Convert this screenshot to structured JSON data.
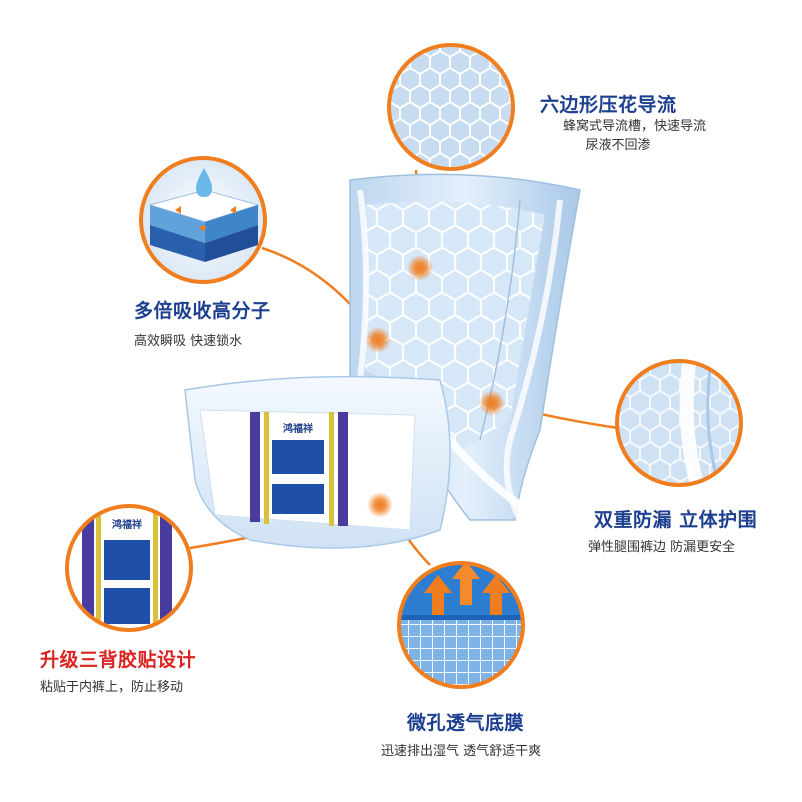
{
  "product_brand": "鸿福祥",
  "features": {
    "hexagon": {
      "title": "六边形压花导流",
      "desc_line1": "蜂窝式导流槽，快速导流",
      "desc_line2": "尿液不回渗"
    },
    "absorb": {
      "title": "多倍吸收高分子",
      "desc": "高效瞬吸 快速锁水"
    },
    "leakguard": {
      "title": "双重防漏 立体护围",
      "desc": "弹性腿围裤边 防漏更安全"
    },
    "adhesive": {
      "title": "升级三背胶贴设计",
      "desc": "粘贴于内裤上，防止移动"
    },
    "breathable": {
      "title": "微孔透气底膜",
      "desc": "迅速排出湿气 透气舒适干爽"
    }
  },
  "colors": {
    "title_blue": "#1c3f8f",
    "title_red": "#d9241f",
    "ring_orange": "#f07d1e",
    "pad_blue": "#c9dff2",
    "band_purple": "#4a3b9e"
  }
}
